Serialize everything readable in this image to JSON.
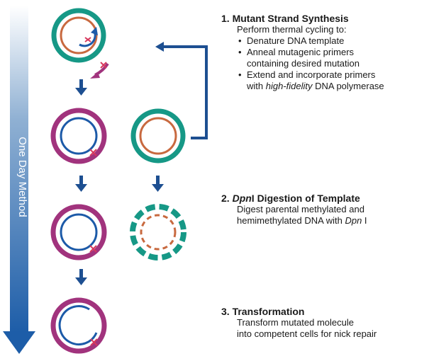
{
  "colors": {
    "arrow_blue": "#1d4f91",
    "teal": "#169886",
    "magenta": "#a1337d",
    "orange_brown": "#c8693f",
    "blue_strand": "#1c5aa8",
    "mutation_mark": "#d7385d"
  },
  "side_bar": {
    "label": "One Day Method"
  },
  "steps": [
    {
      "number": "1.",
      "title": "Mutant Strand Synthesis",
      "intro": "Perform thermal cycling to:",
      "bullets": [
        {
          "line1": "Denature DNA template",
          "line2": ""
        },
        {
          "line1": "Anneal mutagenic primers",
          "line2": "containing desired mutation"
        },
        {
          "line1": "Extend and incorporate primers",
          "line2_pre": "with ",
          "line2_em": "high-fidelity",
          "line2_post": " DNA polymerase"
        }
      ]
    },
    {
      "number": "2.",
      "title_em": "Dpn",
      "title_rest": "I Digestion of Template",
      "line1": "Digest parental methylated and",
      "line2_pre": "hemimethylated DNA with ",
      "line2_em": "Dpn",
      "line2_post": " I"
    },
    {
      "number": "3.",
      "title": "Transformation",
      "line1": "Transform mutated molecule",
      "line2": "into competent cells for nick repair"
    }
  ]
}
